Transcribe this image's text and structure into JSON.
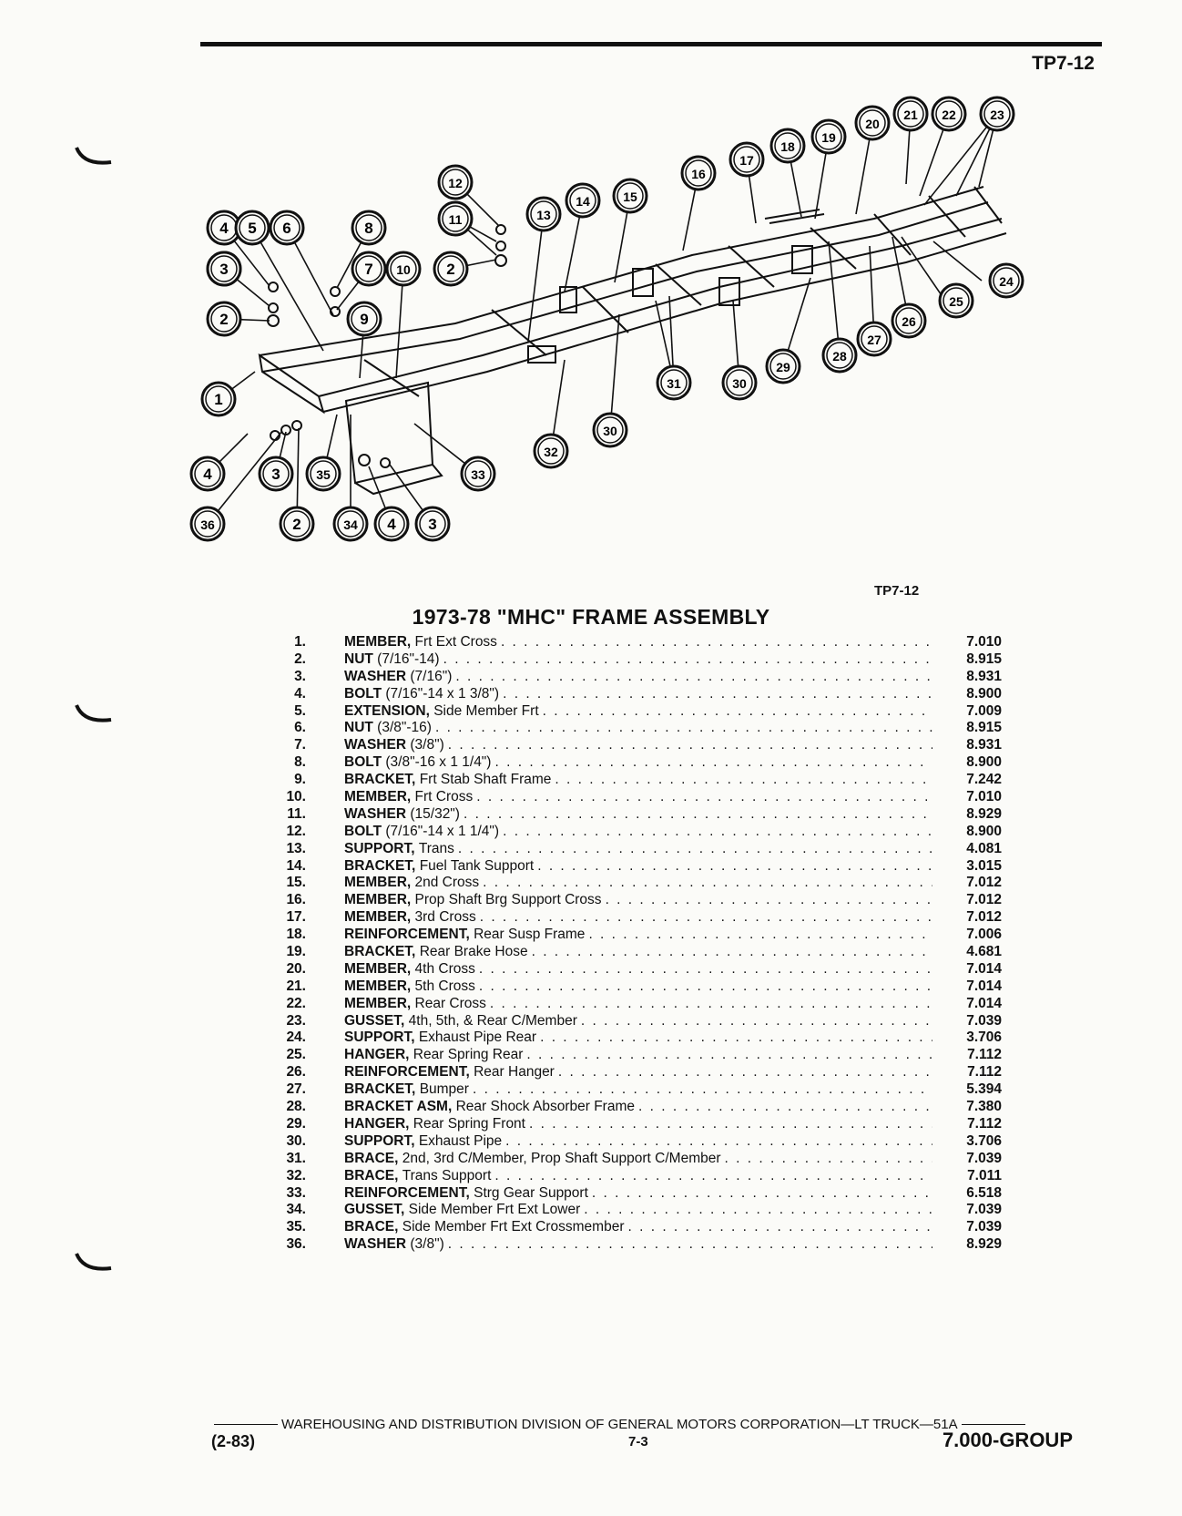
{
  "plate_number": "TP7-12",
  "title": "1973-78 \"MHC\" FRAME ASSEMBLY",
  "parts": [
    {
      "num": "1.",
      "name": "MEMBER,",
      "desc": "Frt Ext Cross",
      "group": "7.010"
    },
    {
      "num": "2.",
      "name": "NUT",
      "desc": "(7/16\"-14)",
      "group": "8.915"
    },
    {
      "num": "3.",
      "name": "WASHER",
      "desc": "(7/16\")",
      "group": "8.931"
    },
    {
      "num": "4.",
      "name": "BOLT",
      "desc": "(7/16\"-14 x 1 3/8\")",
      "group": "8.900"
    },
    {
      "num": "5.",
      "name": "EXTENSION,",
      "desc": "Side Member Frt",
      "group": "7.009"
    },
    {
      "num": "6.",
      "name": "NUT",
      "desc": "(3/8\"-16)",
      "group": "8.915"
    },
    {
      "num": "7.",
      "name": "WASHER",
      "desc": "(3/8\")",
      "group": "8.931"
    },
    {
      "num": "8.",
      "name": "BOLT",
      "desc": "(3/8\"-16 x 1 1/4\")",
      "group": "8.900"
    },
    {
      "num": "9.",
      "name": "BRACKET,",
      "desc": "Frt Stab Shaft Frame",
      "group": "7.242"
    },
    {
      "num": "10.",
      "name": "MEMBER,",
      "desc": "Frt Cross",
      "group": "7.010"
    },
    {
      "num": "11.",
      "name": "WASHER",
      "desc": "(15/32\")",
      "group": "8.929"
    },
    {
      "num": "12.",
      "name": "BOLT",
      "desc": "(7/16\"-14 x 1 1/4\")",
      "group": "8.900"
    },
    {
      "num": "13.",
      "name": "SUPPORT,",
      "desc": "Trans",
      "group": "4.081"
    },
    {
      "num": "14.",
      "name": "BRACKET,",
      "desc": "Fuel Tank Support",
      "group": "3.015"
    },
    {
      "num": "15.",
      "name": "MEMBER,",
      "desc": "2nd Cross",
      "group": "7.012"
    },
    {
      "num": "16.",
      "name": "MEMBER,",
      "desc": "Prop Shaft Brg Support Cross",
      "group": "7.012"
    },
    {
      "num": "17.",
      "name": "MEMBER,",
      "desc": "3rd Cross",
      "group": "7.012"
    },
    {
      "num": "18.",
      "name": "REINFORCEMENT,",
      "desc": "Rear Susp Frame",
      "group": "7.006"
    },
    {
      "num": "19.",
      "name": "BRACKET,",
      "desc": "Rear Brake Hose",
      "group": "4.681"
    },
    {
      "num": "20.",
      "name": "MEMBER,",
      "desc": "4th Cross",
      "group": "7.014"
    },
    {
      "num": "21.",
      "name": "MEMBER,",
      "desc": "5th Cross",
      "group": "7.014"
    },
    {
      "num": "22.",
      "name": "MEMBER,",
      "desc": "Rear Cross",
      "group": "7.014"
    },
    {
      "num": "23.",
      "name": "GUSSET,",
      "desc": "4th, 5th, & Rear C/Member",
      "group": "7.039"
    },
    {
      "num": "24.",
      "name": "SUPPORT,",
      "desc": "Exhaust Pipe Rear",
      "group": "3.706"
    },
    {
      "num": "25.",
      "name": "HANGER,",
      "desc": "Rear Spring Rear",
      "group": "7.112"
    },
    {
      "num": "26.",
      "name": "REINFORCEMENT,",
      "desc": "Rear Hanger",
      "group": "7.112"
    },
    {
      "num": "27.",
      "name": "BRACKET,",
      "desc": "Bumper",
      "group": "5.394"
    },
    {
      "num": "28.",
      "name": "BRACKET ASM,",
      "desc": "Rear Shock Absorber Frame",
      "group": "7.380"
    },
    {
      "num": "29.",
      "name": "HANGER,",
      "desc": "Rear Spring Front",
      "group": "7.112"
    },
    {
      "num": "30.",
      "name": "SUPPORT,",
      "desc": "Exhaust Pipe",
      "group": "3.706"
    },
    {
      "num": "31.",
      "name": "BRACE,",
      "desc": "2nd, 3rd C/Member, Prop Shaft Support C/Member",
      "group": "7.039"
    },
    {
      "num": "32.",
      "name": "BRACE,",
      "desc": "Trans Support",
      "group": "7.011"
    },
    {
      "num": "33.",
      "name": "REINFORCEMENT,",
      "desc": "Strg Gear Support",
      "group": "6.518"
    },
    {
      "num": "34.",
      "name": "GUSSET,",
      "desc": "Side Member Frt Ext Lower",
      "group": "7.039"
    },
    {
      "num": "35.",
      "name": "BRACE,",
      "desc": "Side Member Frt Ext Crossmember",
      "group": "7.039"
    },
    {
      "num": "36.",
      "name": "WASHER",
      "desc": "(3/8\")",
      "group": "8.929"
    }
  ],
  "callouts": [
    "1",
    "2",
    "3",
    "4",
    "5",
    "6",
    "7",
    "8",
    "9",
    "10",
    "11",
    "12",
    "13",
    "14",
    "15",
    "16",
    "17",
    "18",
    "19",
    "20",
    "21",
    "22",
    "23",
    "24",
    "25",
    "26",
    "27",
    "28",
    "29",
    "30",
    "31",
    "32",
    "33",
    "34",
    "35",
    "36",
    "2",
    "3",
    "4",
    "30",
    "2",
    "3",
    "4",
    "3"
  ],
  "footer": {
    "division": "WAREHOUSING AND DISTRIBUTION DIVISION OF GENERAL MOTORS CORPORATION—LT TRUCK—51A",
    "date": "(2-83)",
    "page": "7-3",
    "group": "7.000-GROUP"
  }
}
